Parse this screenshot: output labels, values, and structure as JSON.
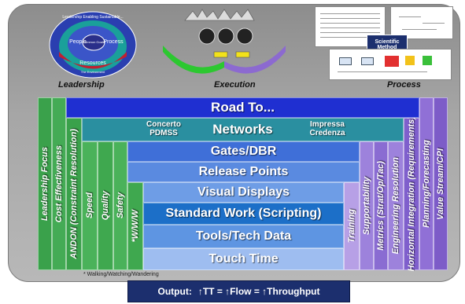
{
  "captions": {
    "leadership": "Leadership",
    "execution": "Execution",
    "process": "Process"
  },
  "leadership_diagram": {
    "ring_top": "Leadership Enabling Sustainable...",
    "people": "People",
    "process": "Process",
    "center": "Common Goals",
    "resources": "Resources",
    "bottom": "The Environment"
  },
  "process_box": {
    "label": "Scientific Method"
  },
  "bars": {
    "road_to": "Road To...",
    "networks": "Networks",
    "concerto": "Concerto PDMSS",
    "impressa": "Impressa Credenza",
    "gates": "Gates/DBR",
    "release": "Release Points",
    "visual": "Visual Displays",
    "standard": "Standard Work (Scripting)",
    "tools": "Tools/Tech Data",
    "touch": "Touch Time"
  },
  "left_columns": [
    "Leadership Focus",
    "Cost Effectiveness",
    "ANDON (Constraint Resolution)",
    "Speed",
    "Quality",
    "Safety",
    "*W/W/W"
  ],
  "right_columns": [
    "Training",
    "Supportability",
    "Metrics (Strat/Op/Tac)",
    "Engineering Resolution",
    "Horizontal Integration (Requirements)",
    "Planning/Forecasting",
    "Value Stream/CPI"
  ],
  "footnote": "* Walking/Watching/Wandering",
  "output": {
    "label": "Output:",
    "formula": "↑TT = ↑Flow = ↑Throughput"
  },
  "colors": {
    "blue_dark": "#1f2fd1",
    "teal": "#2a8fa0",
    "blue_mid": "#3f6fd8",
    "blue_light": "#6e9de6",
    "green": "#3fa84f",
    "purple": "#8866c8",
    "navy": "#1c2f6e"
  }
}
